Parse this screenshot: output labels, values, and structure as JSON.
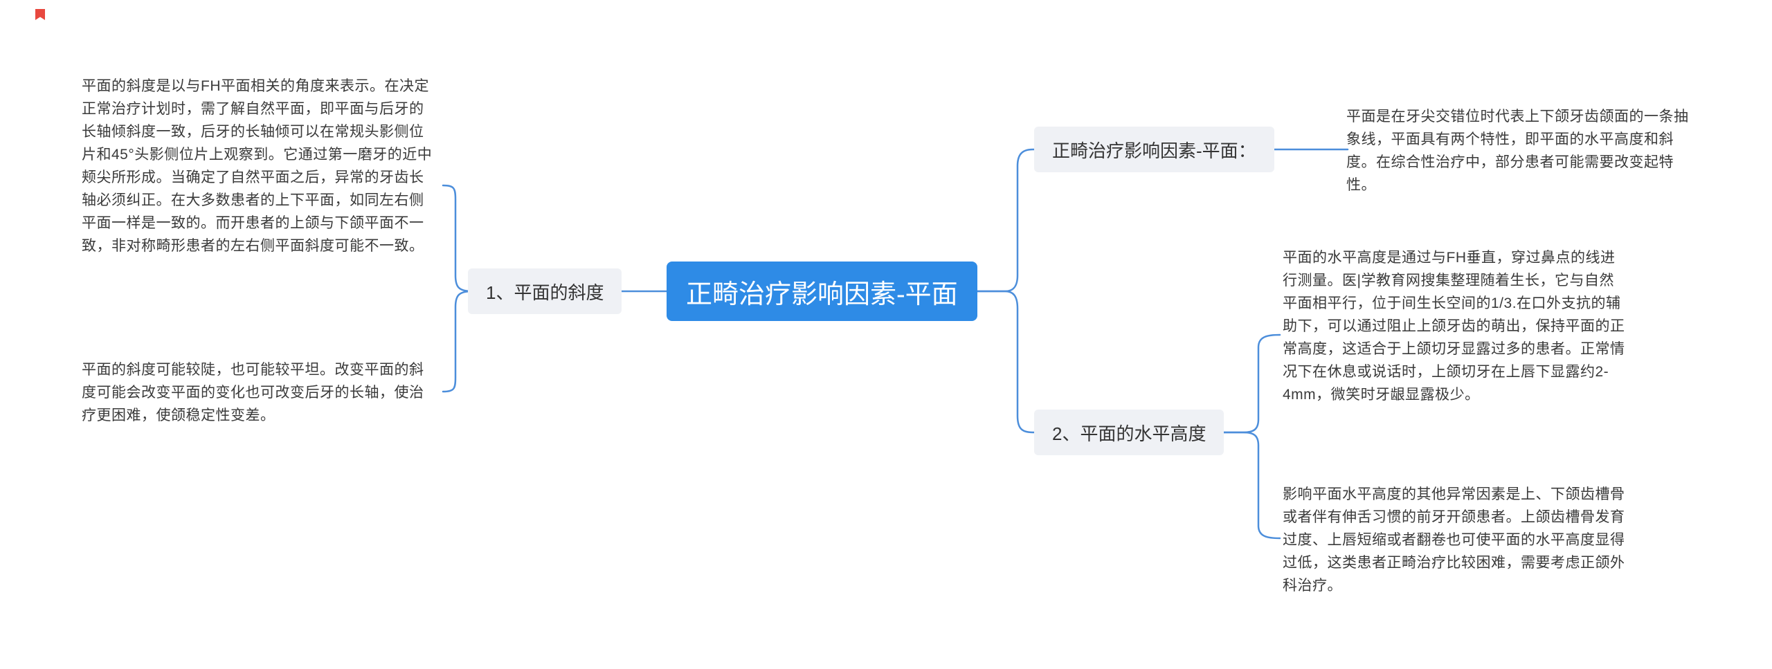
{
  "colors": {
    "root_bg": "#2E8BE6",
    "root_text": "#FFFFFF",
    "node_bg": "#EFF1F5",
    "node_text": "#333333",
    "connector_line": "#4C8EDB",
    "note_text": "#3A3A3A",
    "brand_mark": "#E8483F",
    "page_bg": "#FFFFFF"
  },
  "icons": {
    "brand_mark": "red-brand-mark-icon"
  },
  "mindmap": {
    "root": {
      "label": "正畸治疗影响因素-平面"
    },
    "left_branch": {
      "node": {
        "label": "1、平面的斜度"
      },
      "notes": [
        {
          "text": "平面的斜度是以与FH平面相关的角度来表示。在决定正常治疗计划时，需了解自然平面，即平面与后牙的长轴倾斜度一致，后牙的长轴倾可以在常规头影侧位片和45°头影侧位片上观察到。它通过第一磨牙的近中颊尖所形成。当确定了自然平面之后，异常的牙齿长轴必须纠正。在大多数患者的上下平面，如同左右侧平面一样是一致的。而开患者的上颌与下颌平面不一致，非对称畸形患者的左右侧平面斜度可能不一致。"
        },
        {
          "text": "平面的斜度可能较陡，也可能较平坦。改变平面的斜度可能会改变平面的变化也可改变后牙的长轴，使治疗更困难，使颌稳定性变差。"
        }
      ]
    },
    "right_branches": [
      {
        "node": {
          "label": "正畸治疗影响因素-平面："
        },
        "notes": [
          {
            "text": "平面是在牙尖交错位时代表上下颌牙齿颌面的一条抽象线，平面具有两个特性，即平面的水平高度和斜度。在综合性治疗中，部分患者可能需要改变起特性。"
          }
        ]
      },
      {
        "node": {
          "label": "2、平面的水平高度"
        },
        "notes": [
          {
            "text": "平面的水平高度是通过与FH垂直，穿过鼻点的线进行测量。医|学教育网搜集整理随着生长，它与自然平面相平行，位于间生长空间的1/3.在口外支抗的辅助下，可以通过阻止上颌牙齿的萌出，保持平面的正常高度，这适合于上颌切牙显露过多的患者。正常情况下在休息或说话时，上颌切牙在上唇下显露约2-4mm，微笑时牙龈显露极少。"
          },
          {
            "text": "影响平面水平高度的其他异常因素是上、下颌齿槽骨或者伴有伸舌习惯的前牙开颌患者。上颌齿槽骨发育过度、上唇短缩或者翻卷也可使平面的水平高度显得过低，这类患者正畸治疗比较困难，需要考虑正颌外科治疗。"
          }
        ]
      }
    ]
  }
}
